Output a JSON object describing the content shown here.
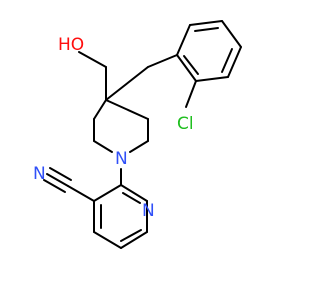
{
  "molecule": {
    "atoms": {
      "oh": {
        "text": "HO",
        "color": "#ff0d0d"
      },
      "cl": {
        "text": "Cl",
        "color": "#1fbf1f"
      },
      "n_piperidine": {
        "text": "N",
        "color": "#3050f8"
      },
      "n_pyridine": {
        "text": "N",
        "color": "#3050f8"
      },
      "n_nitrile": {
        "text": "N",
        "color": "#3050f8"
      }
    },
    "bond_color": "#000000"
  }
}
